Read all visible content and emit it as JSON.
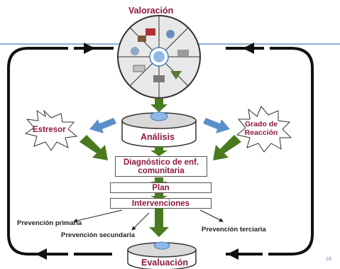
{
  "nodes": {
    "valoracion": "Valoración",
    "analisis": "Análisis",
    "estresor": "Estresor",
    "grado_line1": "Grado de",
    "grado_line2": "Reacción",
    "diagnostico_line1": "Diagnóstico de enf.",
    "diagnostico_line2": "comunitaria",
    "plan": "Plan",
    "intervenciones": "Intervenciones",
    "evaluacion": "Evaluación"
  },
  "prevention": {
    "primaria": "Prevención primaria",
    "secundaria": "Prevención secundaria",
    "terciaria": "Prevención terciaria"
  },
  "page_number": "18",
  "colors": {
    "accent_text": "#8b1a3a",
    "green_arrow": "#4a7a1e",
    "blue_arrow": "#5b8fc9",
    "top_rule": "#4a7fb5"
  }
}
